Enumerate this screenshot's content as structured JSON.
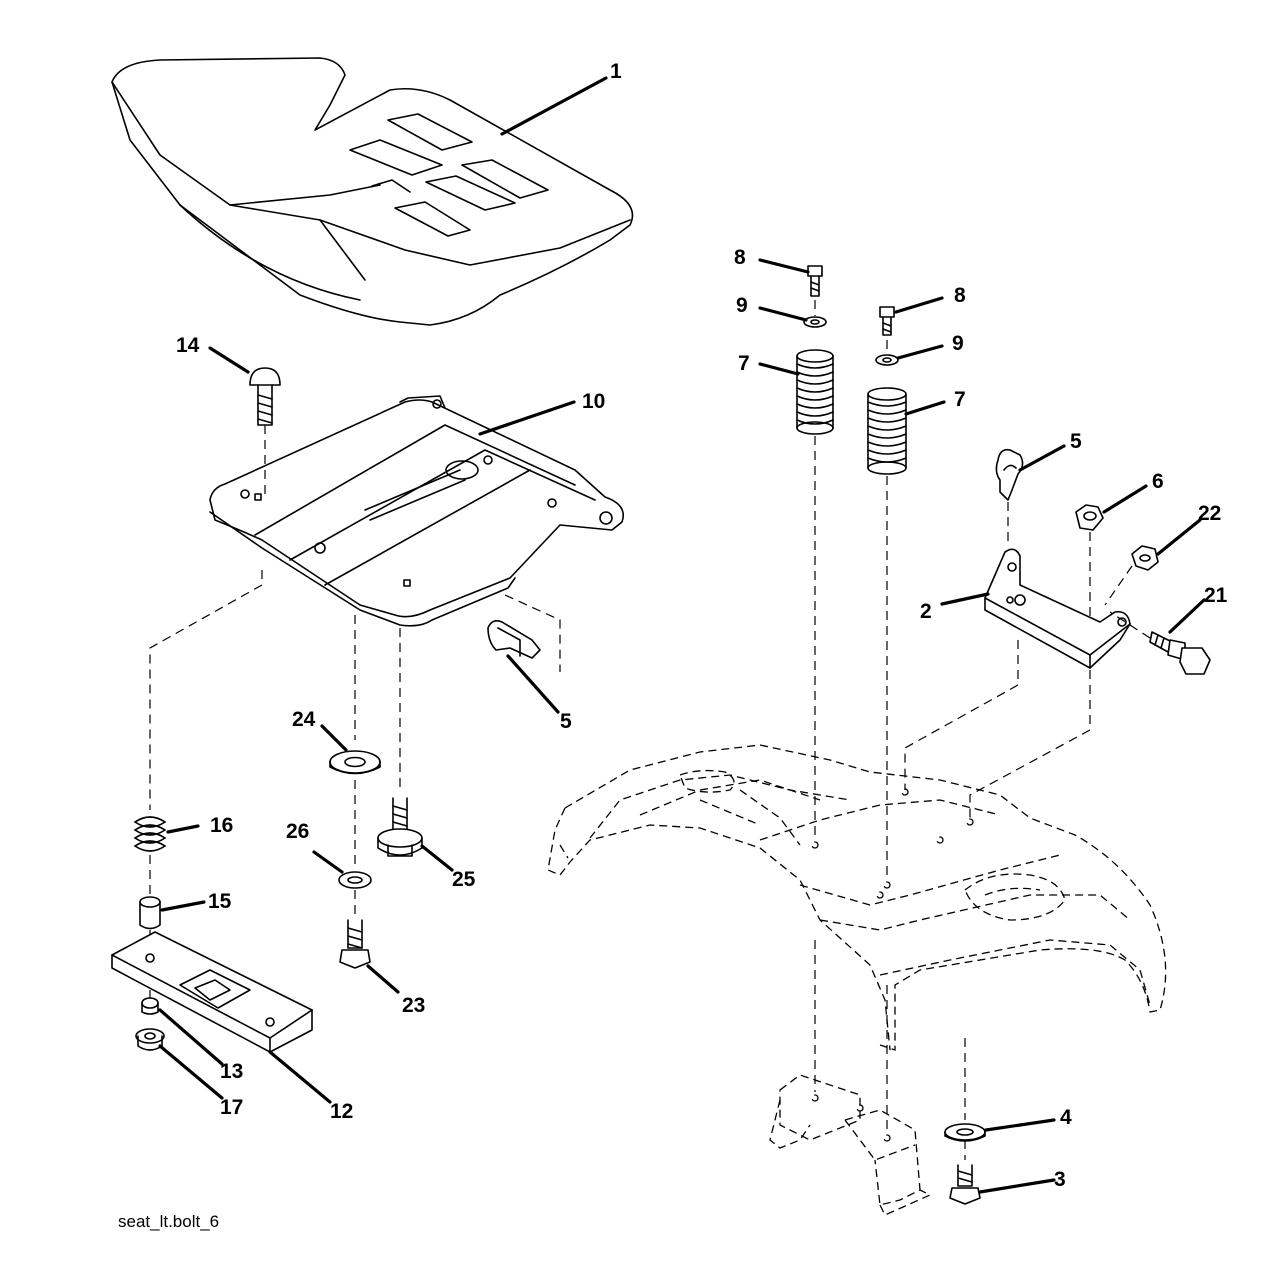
{
  "caption": "seat_lt.bolt_6",
  "callouts": {
    "c1": "1",
    "c2": "2",
    "c3": "3",
    "c4": "4",
    "c5a": "5",
    "c5b": "5",
    "c6": "6",
    "c7a": "7",
    "c7b": "7",
    "c8a": "8",
    "c8b": "8",
    "c9a": "9",
    "c9b": "9",
    "c10": "10",
    "c12": "12",
    "c13": "13",
    "c14": "14",
    "c15": "15",
    "c16": "16",
    "c17": "17",
    "c21": "21",
    "c22": "22",
    "c23": "23",
    "c24": "24",
    "c25": "25",
    "c26": "26"
  }
}
